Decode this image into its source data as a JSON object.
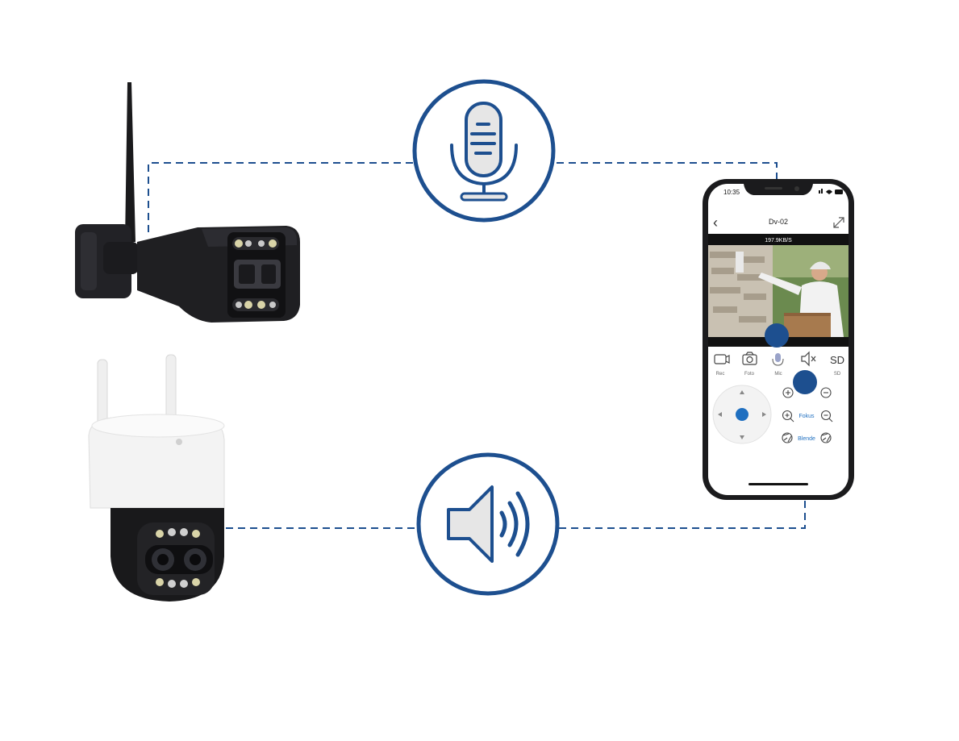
{
  "colors": {
    "accent": "#1d4f8f",
    "camera_body": "#1e1e20",
    "ptz_white": "#f4f4f4",
    "screen_bg": "#ffffff"
  },
  "phone": {
    "status_time": "10:35",
    "title": "Dv-02",
    "bitrate": "197.9KB/S",
    "controls": [
      {
        "icon": "record-icon",
        "label": "Rec"
      },
      {
        "icon": "camera-icon",
        "label": "Foto"
      },
      {
        "icon": "mic-icon",
        "label": "Mic"
      },
      {
        "icon": "speaker-mute-icon",
        "label": ""
      },
      {
        "icon": "sd-icon",
        "label": "SD",
        "glyph": "SD"
      }
    ],
    "sd_sublabel": "SD",
    "ptz": {
      "fokus_label": "Fokus",
      "blende_label": "Blende"
    }
  },
  "icons": {
    "top_circle": "microphone-icon",
    "bottom_circle": "speaker-icon"
  }
}
